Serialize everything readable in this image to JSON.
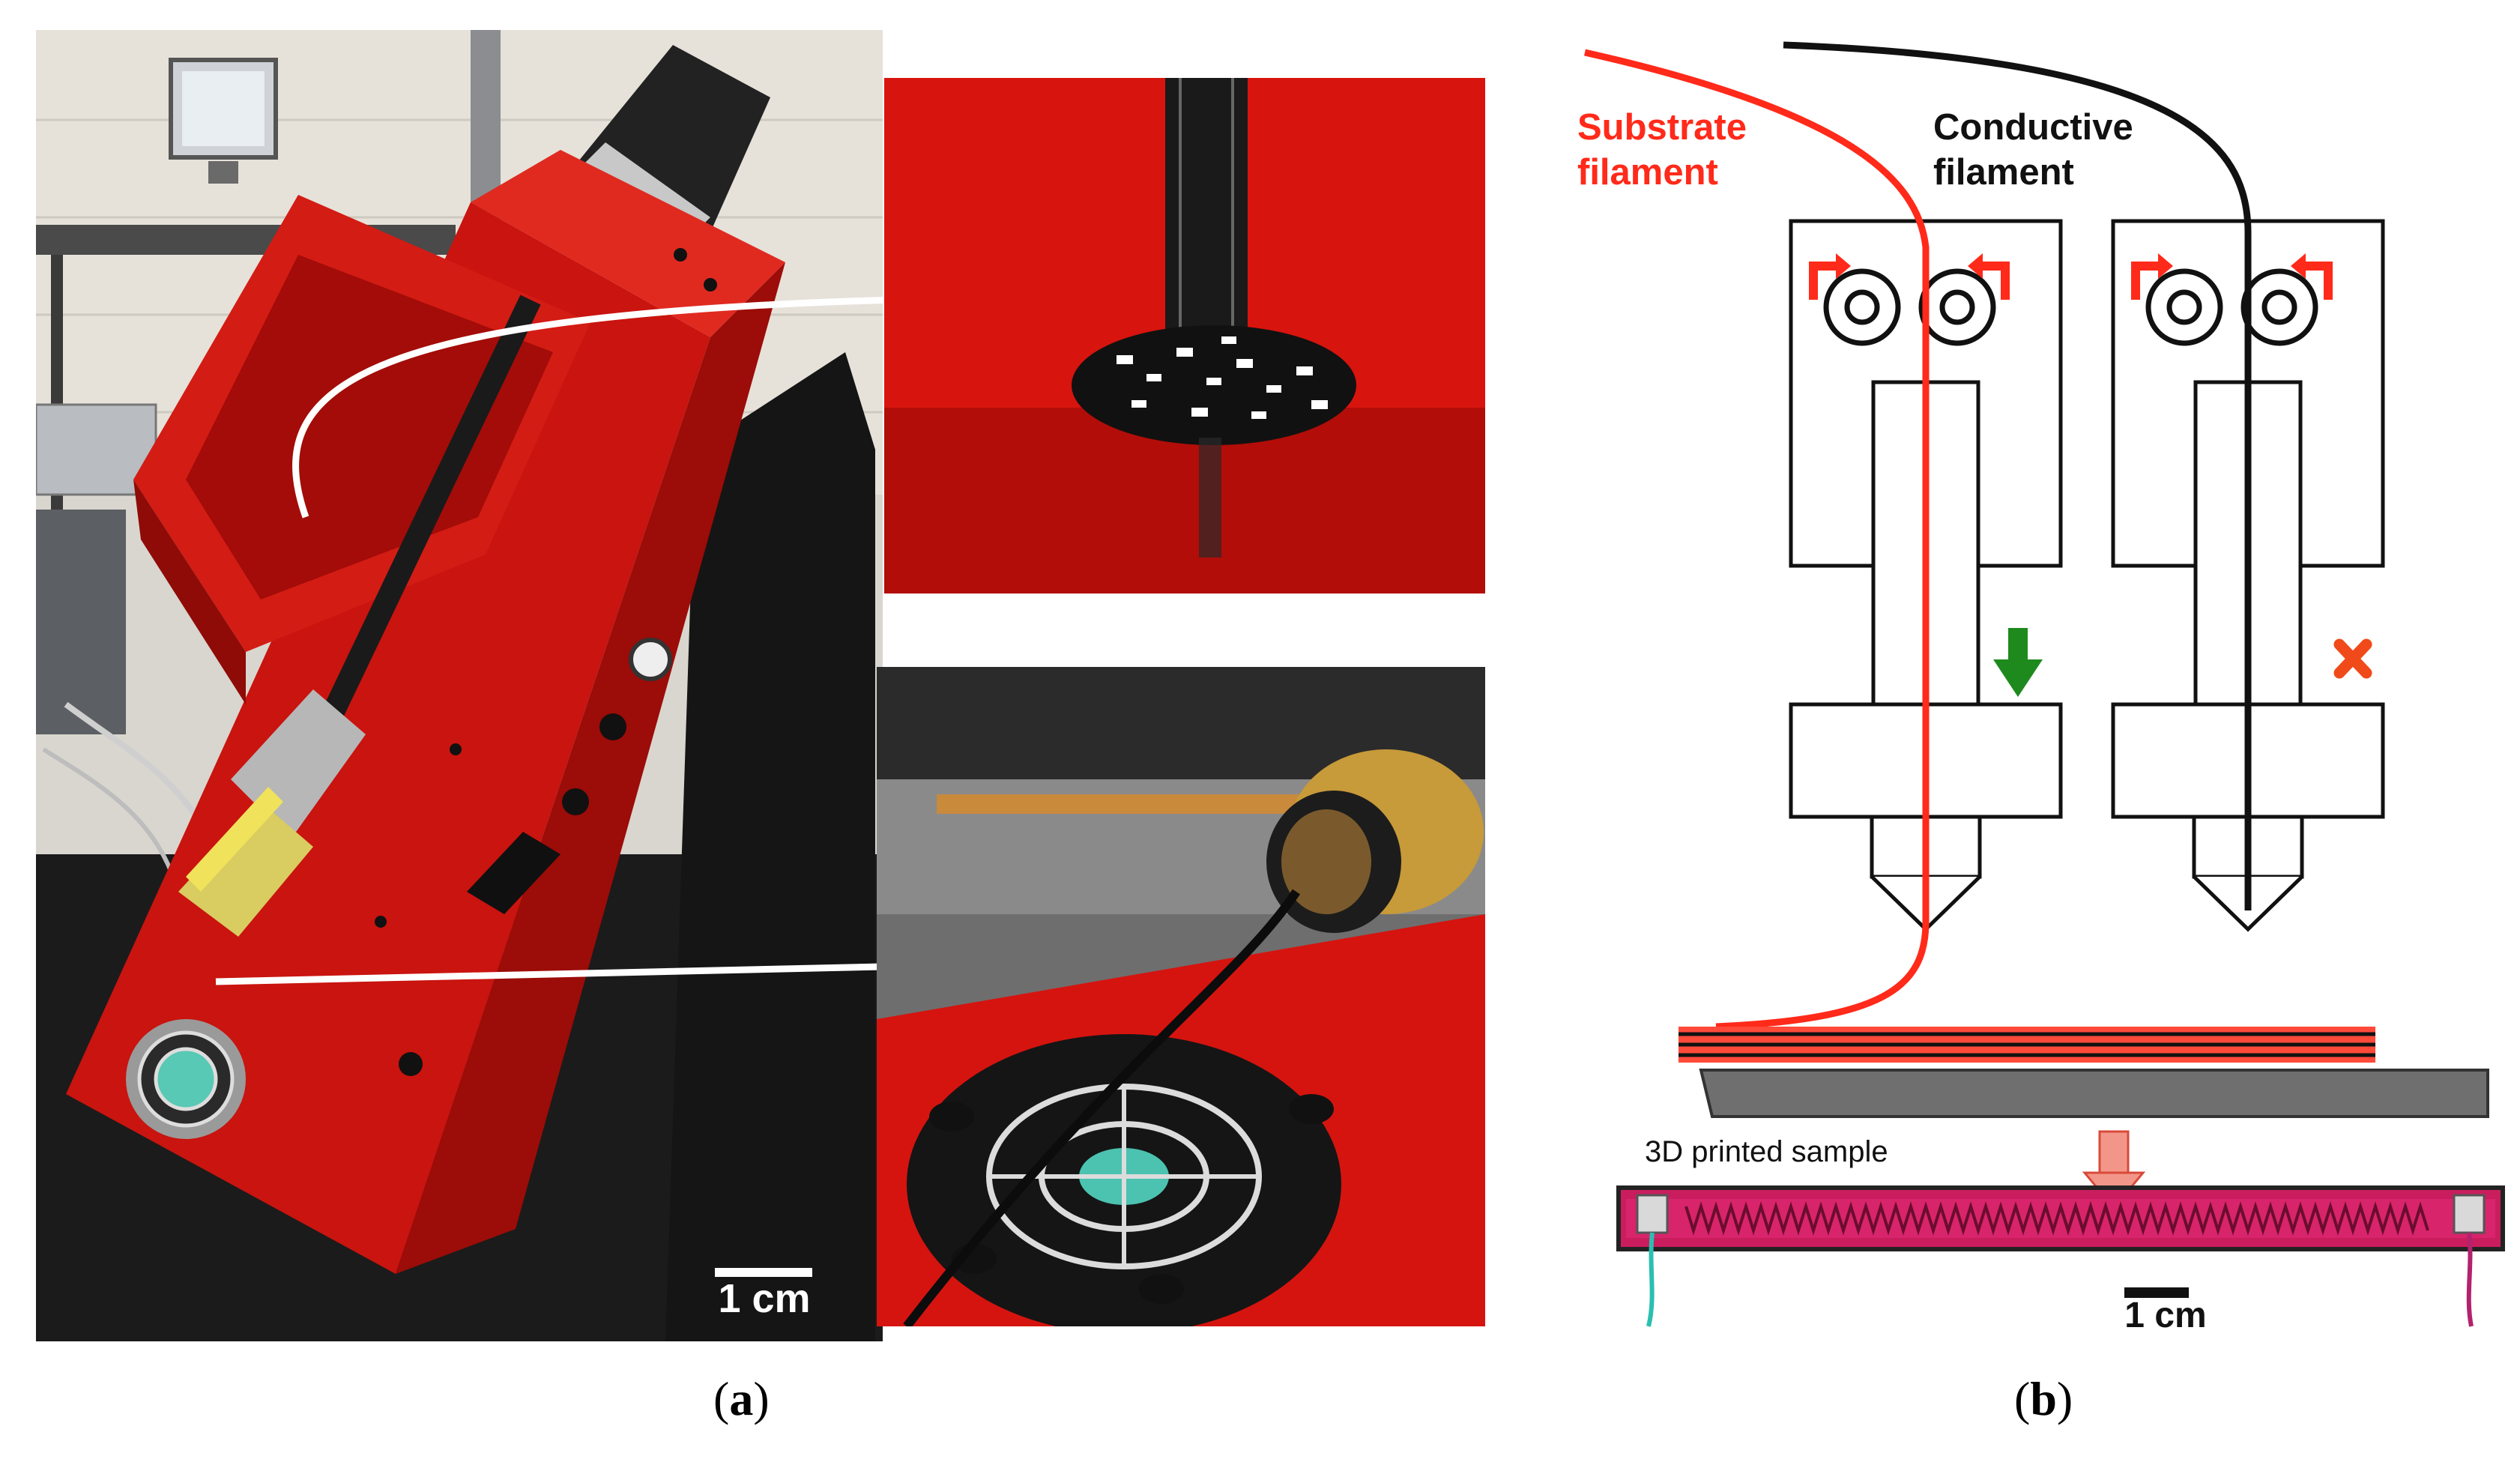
{
  "panel_a": {
    "scale_bar_label": "1 cm",
    "caption_letter": "a"
  },
  "panel_b": {
    "substrate_label_line1": "Substrate",
    "substrate_label_line2": "filament",
    "conductive_label_line1": "Conductive",
    "conductive_label_line2": "filament",
    "sample_label": "3D printed sample",
    "scale_bar_label": "1 cm",
    "caption_letter": "b"
  },
  "colors": {
    "machine_red": "#d11a1a",
    "substrate_red": "#ff2a1a",
    "conductive_black": "#111111",
    "down_arrow_green": "#1e8a1e",
    "cross_red": "#f04a1a",
    "bed_gray": "#6f6f6f",
    "sample_pink": "#d8246a"
  }
}
